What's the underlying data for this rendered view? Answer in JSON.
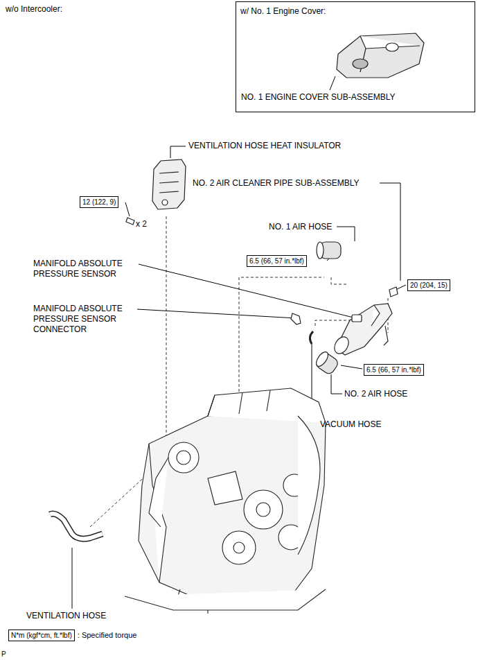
{
  "diagram": {
    "nodes": [
      {
        "text": [
          "w/ No. 1 Engine Cover:",
          "NO. 1 ENGINE COVER SUB-ASSEMBLY"
        ]
      },
      {
        "text": [
          "12 (122, 9)"
        ]
      },
      {
        "text": [
          "6.5 (66, 57 in.*lbf)"
        ]
      },
      {
        "text": [
          "20 (204, 15)"
        ]
      },
      {
        "text": [
          "6.5 (66, 57 in.*lbf)"
        ]
      },
      {
        "text": [
          "N*m (kgf*cm, ft.*lbf)",
          ": Specified torque"
        ]
      }
    ],
    "edges": [],
    "labels": [
      "w/o Intercooler:",
      "VENTILATION HOSE HEAT INSULATOR",
      "NO. 2 AIR CLEANER PIPE SUB-ASSEMBLY",
      "NO. 1 AIR HOSE",
      "x 2",
      "MANIFOLD ABSOLUTE PRESSURE SENSOR",
      "MANIFOLD ABSOLUTE PRESSURE SENSOR CONNECTOR",
      "NO. 2 AIR HOSE",
      "VACUUM HOSE",
      "VENTILATION HOSE",
      "P"
    ]
  }
}
